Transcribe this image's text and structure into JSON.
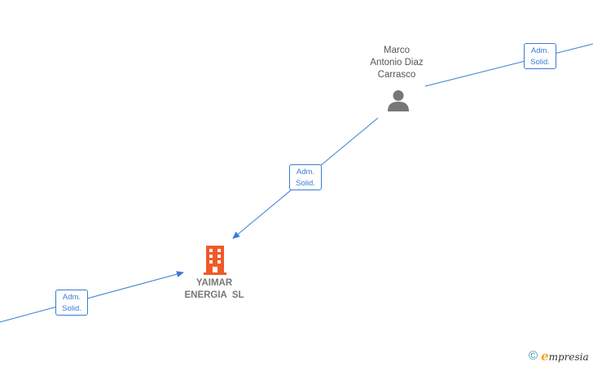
{
  "nodes": {
    "person": {
      "name_lines": [
        "Marco",
        "Antonio Diaz",
        "Carrasco"
      ],
      "icon": "person-icon",
      "color": "#777777"
    },
    "company": {
      "name_lines": [
        "YAIMAR",
        "ENERGIA  SL"
      ],
      "icon": "building-icon",
      "color": "#f05a28"
    }
  },
  "edges": [
    {
      "label_lines": [
        "Adm.",
        "Solid."
      ]
    },
    {
      "label_lines": [
        "Adm.",
        "Solid."
      ]
    },
    {
      "label_lines": [
        "Adm.",
        "Solid."
      ]
    }
  ],
  "colors": {
    "edge": "#3a7bd5"
  },
  "brand": {
    "copyright_symbol": "©",
    "initial": "e",
    "rest": "mpresia"
  }
}
